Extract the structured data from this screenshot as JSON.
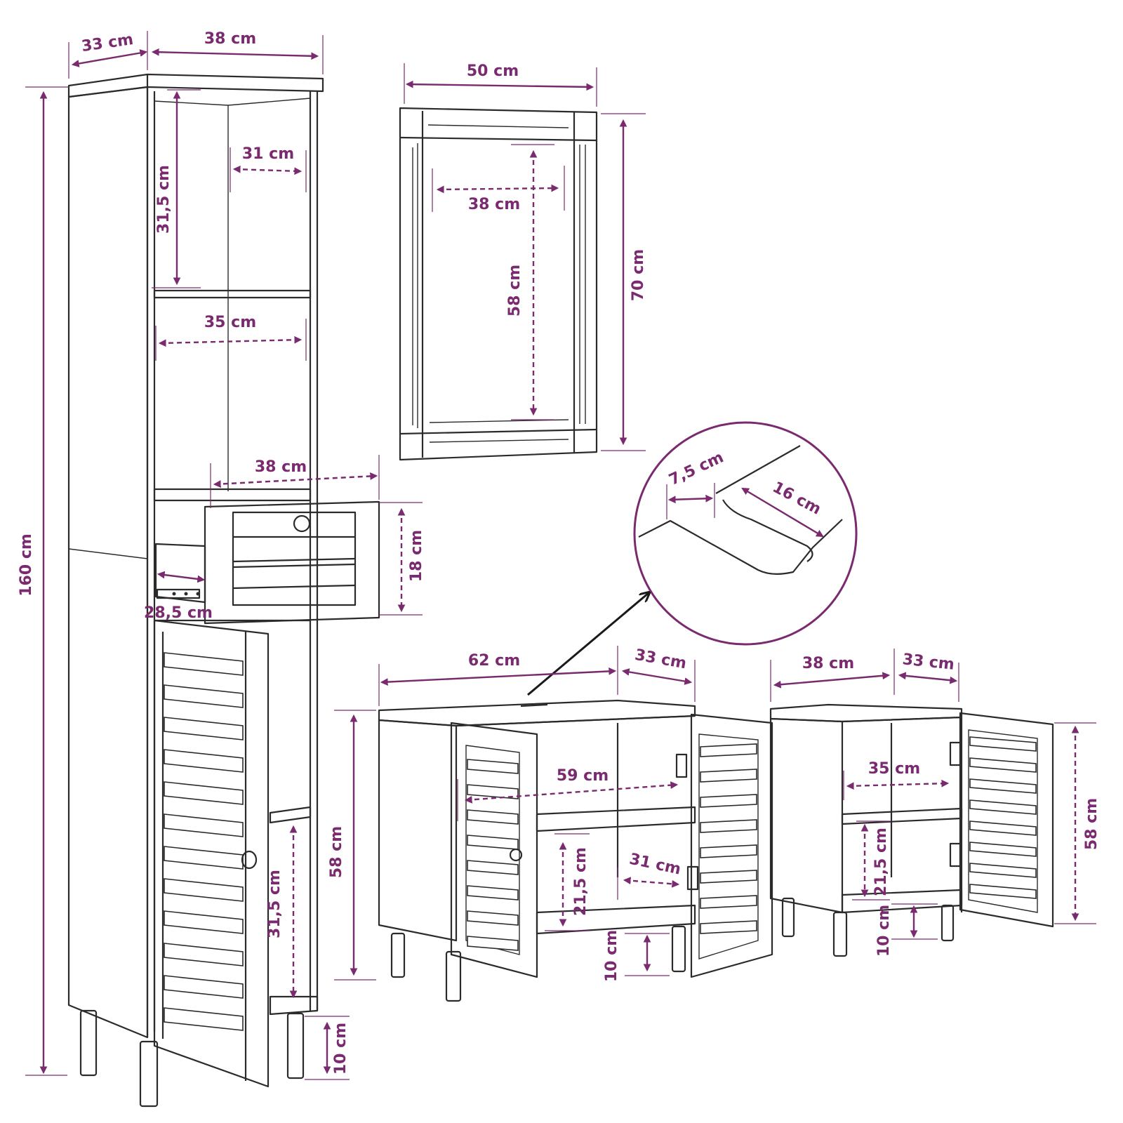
{
  "colors": {
    "dimension": "#7a2a6e",
    "outline": "#2b2b2b",
    "background": "#ffffff"
  },
  "tall_cabinet": {
    "depth": "33 cm",
    "width": "38 cm",
    "height": "160 cm",
    "top_shelf_height": "31,5 cm",
    "top_shelf_depth": "31 cm",
    "inner_width": "35 cm",
    "drawer_width": "38 cm",
    "drawer_height": "18 cm",
    "drawer_depth": "28,5 cm",
    "bottom_shelf_height": "31,5 cm",
    "leg_height": "10 cm"
  },
  "mirror": {
    "width": "50 cm",
    "height": "70 cm",
    "inner_width": "38 cm",
    "inner_height": "58 cm"
  },
  "detail": {
    "cutout_depth": "7,5 cm",
    "cutout_width": "16 cm"
  },
  "sink_cabinet": {
    "width": "62 cm",
    "depth": "33 cm",
    "height": "58 cm",
    "inner_width": "59 cm",
    "shelf_height": "21,5 cm",
    "shelf_depth": "31 cm",
    "leg_height": "10 cm"
  },
  "small_cabinet": {
    "width": "38 cm",
    "depth": "33 cm",
    "height": "58 cm",
    "inner_width": "35 cm",
    "shelf_height": "21,5 cm",
    "leg_height": "10 cm"
  }
}
